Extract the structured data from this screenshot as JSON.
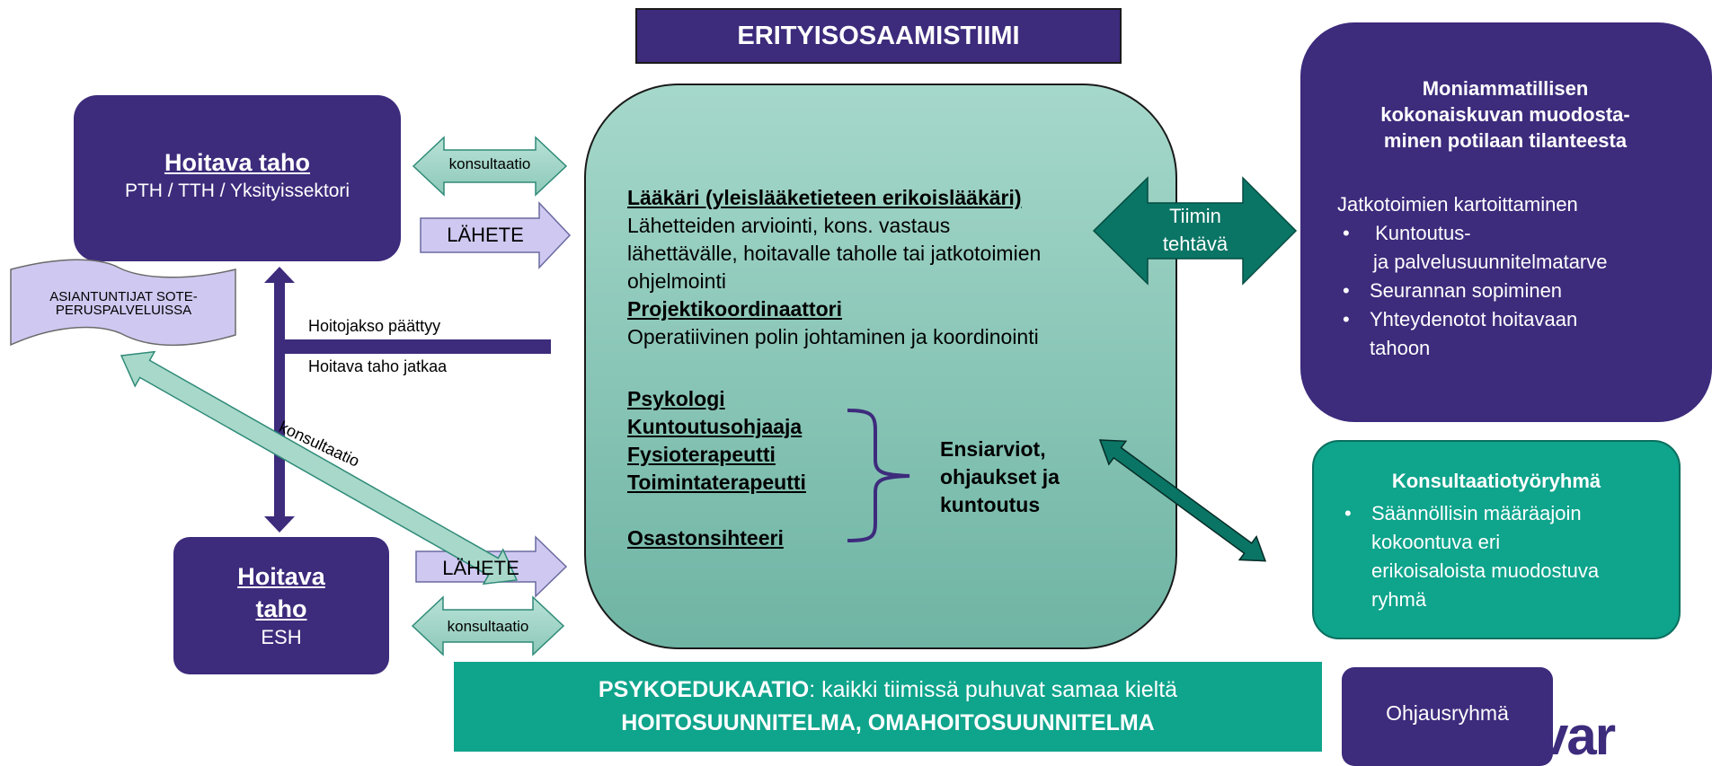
{
  "header": {
    "title": "ERITYISOSAAMISTIIMI"
  },
  "left_top": {
    "title": "Hoitava taho",
    "subtitle": "PTH / TTH / Yksityissektori"
  },
  "left_bottom": {
    "title_line1": "Hoitava",
    "title_line2": "taho",
    "subtitle": "ESH"
  },
  "experts_banner": {
    "text_line1": "ASIANTUNTIJAT SOTE-",
    "text_line2": "PERUSPALVELUISSA"
  },
  "arrows": {
    "consult_top": "konsultaatio",
    "referral_top": "LÄHETE",
    "referral_bottom": "LÄHETE",
    "consult_bottom": "konsultaatio",
    "diagonal_consult": "konsultaatio",
    "team_task_line1": "Tiimin",
    "team_task_line2": "tehtävä"
  },
  "vertical_labels": {
    "ends": "Hoitojakso päättyy",
    "continues": "Hoitava taho jatkaa"
  },
  "team": {
    "doctor_title": "Lääkäri (yleislääketieteen erikoislääkäri)",
    "doctor_line1": "Lähetteiden arviointi, kons. vastaus",
    "doctor_line2": "lähettävälle, hoitavalle taholle tai jatkotoimien",
    "doctor_line3": "ohjelmointi",
    "coordinator_title": "Projektikoordinaattori",
    "coordinator_desc": "Operatiivinen polin johtaminen ja koordinointi",
    "roles": [
      "Psykologi",
      "Kuntoutusohjaaja",
      "Fysioterapeutti",
      "Toimintaterapeutti"
    ],
    "secretary": "Osastonsihteeri",
    "roles_task_line1": "Ensiarviot,",
    "roles_task_line2": "ohjaukset ja",
    "roles_task_line3": "kuntoutus"
  },
  "right_top": {
    "title_line1": "Moniammatillisen",
    "title_line2": "kokonaiskuvan muodosta-",
    "title_line3": "minen potilaan tilanteesta",
    "intro": "Jatkotoimien kartoittaminen",
    "bullet1_line1": " Kuntoutus-",
    "bullet1_line2": "ja palvelusuunnitelmatarve",
    "bullet2": "Seurannan sopiminen",
    "bullet3_line1": "Yhteydenotot hoitavaan",
    "bullet3_line2": "tahoon"
  },
  "right_mid": {
    "title": "Konsultaatiotyöryhmä",
    "bullet_line1": "Säännöllisin määräajoin",
    "bullet_line2": "kokoontuva eri",
    "bullet_line3": "erikoisaloista muodostuva",
    "bullet_line4": "ryhmä"
  },
  "footer": {
    "line1_bold": "PSYKOEDUKAATIO",
    "line1_rest": ": kaikki tiimissä puhuvat samaa kieltä",
    "line2": "HOITOSUUNNITELMA, OMAHOITOSUUNNITELMA"
  },
  "steering": {
    "label": "Ohjausryhmä"
  },
  "logo": {
    "text": "var"
  },
  "colors": {
    "purple": "#3d2b7c",
    "team_bg": "#93cdbe",
    "teal_dark": "#0a7565",
    "teal": "#0fa48c",
    "lavender": "#cfc9f1",
    "light_teal": "#a8d8c9"
  }
}
